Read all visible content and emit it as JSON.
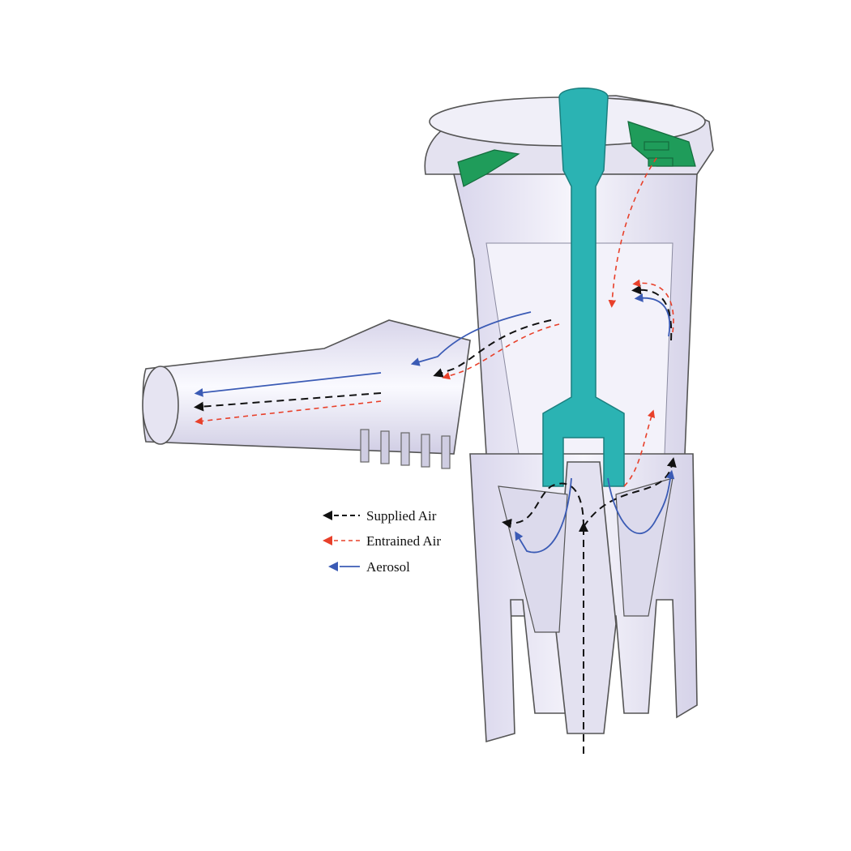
{
  "colors": {
    "supplied_air": "#111111",
    "entrained_air": "#e8402a",
    "aerosol": "#3b5bb5",
    "baffle": "#2bb3b3",
    "seal": "#1f9c5a",
    "housing_fill": "#eceaf6",
    "housing_stroke": "#555555"
  },
  "legend": {
    "items": [
      {
        "key": "supplied_air",
        "label": "Supplied Air"
      },
      {
        "key": "entrained_air",
        "label": "Entrained Air"
      },
      {
        "key": "aerosol",
        "label": "Aerosol"
      }
    ]
  }
}
